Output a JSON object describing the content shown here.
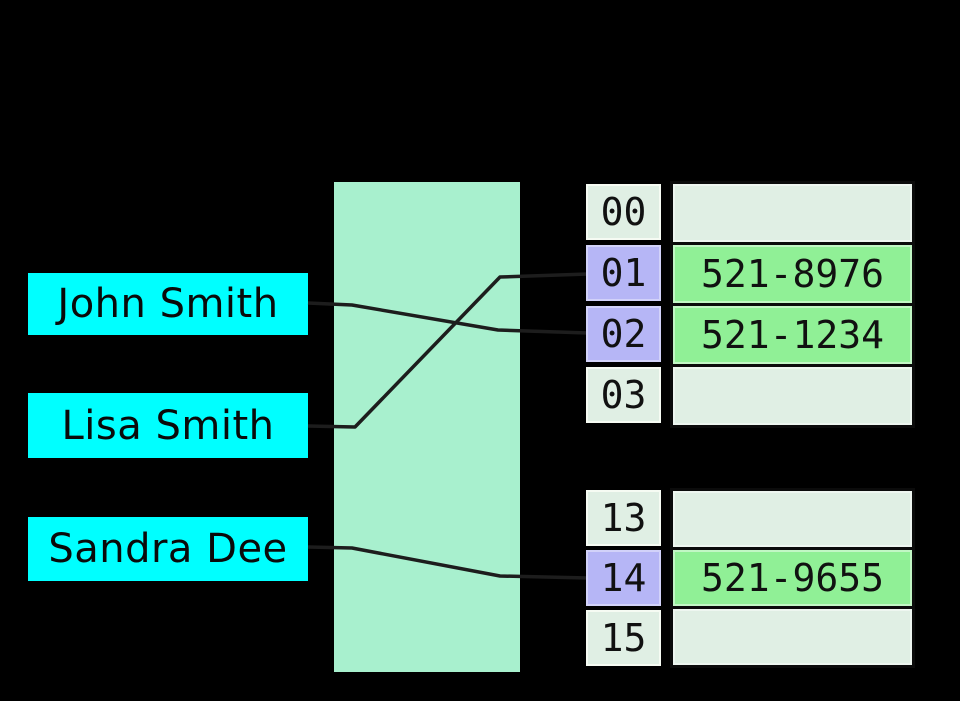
{
  "keys": [
    {
      "label": "John Smith"
    },
    {
      "label": "Lisa Smith"
    },
    {
      "label": "Sandra Dee"
    }
  ],
  "buckets": {
    "groups": [
      {
        "rows": [
          {
            "index": "00",
            "value": "",
            "used": false
          },
          {
            "index": "01",
            "value": "521-8976",
            "used": true
          },
          {
            "index": "02",
            "value": "521-1234",
            "used": true
          },
          {
            "index": "03",
            "value": "",
            "used": false
          }
        ]
      },
      {
        "rows": [
          {
            "index": "13",
            "value": "",
            "used": false
          },
          {
            "index": "14",
            "value": "521-9655",
            "used": true
          },
          {
            "index": "15",
            "value": "",
            "used": false
          }
        ]
      }
    ]
  },
  "connections": [
    {
      "from": "John Smith",
      "to": "02"
    },
    {
      "from": "Lisa Smith",
      "to": "01"
    },
    {
      "from": "Sandra Dee",
      "to": "14"
    }
  ],
  "colors": {
    "background": "#000000",
    "key_fill": "#00FFFF",
    "hash_fill": "#A8F0CE",
    "bucket_used": "#B6B6F6",
    "bucket_unused": "#E0EFE4",
    "value_filled": "#90F096",
    "line_color": "#1D1D1D"
  }
}
